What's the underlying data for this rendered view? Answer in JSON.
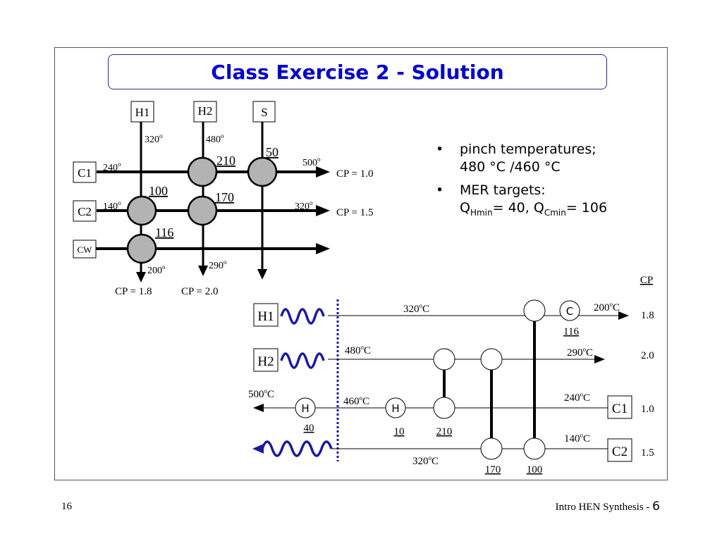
{
  "title": "Class Exercise 2 - Solution",
  "bullets": [
    {
      "line1": "pinch temperatures;",
      "line2": "480 °C /460 °C"
    },
    {
      "line1": "MER targets:",
      "q_hot": "Q",
      "q_hot_sub": "Hmin",
      "q_hot_val": "= 40, ",
      "q_cold": "Q",
      "q_cold_sub": "Cmin",
      "q_cold_val": "= 106"
    }
  ],
  "grid": {
    "streams": {
      "h1": "H1",
      "h2": "H2",
      "s": "S",
      "c1": "C1",
      "c2": "C2",
      "cw": "CW"
    },
    "temps": {
      "h1_in": "320",
      "h2_in": "480",
      "c1_in": "240",
      "c1_out": "500",
      "c2_in": "140",
      "c2_out": "320",
      "h1_out": "200",
      "h2_out": "290"
    },
    "degree": "o",
    "cp": {
      "c1": "CP = 1.0",
      "c2": "CP = 1.5",
      "h1": "CP = 1.8",
      "h2": "CP = 2.0"
    },
    "duties": {
      "h2_c1": "210",
      "s_c1": "50",
      "h1_c2": "100",
      "h2_c2": "170",
      "h1_cw": "116"
    }
  },
  "grand": {
    "cp_header": "CP",
    "streams": [
      {
        "label": "H1",
        "cp": "1.8",
        "t_mid": "320",
        "t_end": "200"
      },
      {
        "label": "H2",
        "cp": "2.0",
        "t_mid": "480",
        "t_end": "290"
      },
      {
        "label": "C1",
        "cp": "1.0",
        "t_mid": "460",
        "t_end": "240",
        "t_left": "500"
      },
      {
        "label": "C2",
        "cp": "1.5",
        "t_mid": "320",
        "t_end": "140"
      }
    ],
    "deg_c": "C",
    "utility_h": "H",
    "utility_c": "C",
    "duties": {
      "cooler": "116",
      "heater_above": "40",
      "heater_mid": "10",
      "ex_210": "210",
      "ex_170": "170",
      "ex_100": "100"
    }
  },
  "footer": {
    "page": "16",
    "text": "Intro HEN Synthesis - ",
    "num": "6"
  },
  "colors": {
    "title": "#0000cc",
    "wave": "#1a1a9e",
    "pinch": "#1a1a9e",
    "node_fill": "#b3b3b3"
  }
}
